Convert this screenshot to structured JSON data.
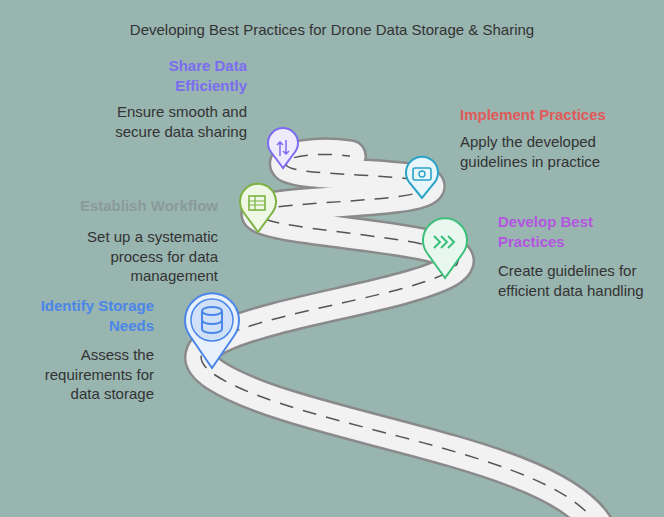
{
  "diagram": {
    "title": "Developing Best Practices for Drone Data Storage & Sharing",
    "labels": [
      "Share Data Efficiently",
      "Ensure smooth and secure data sharing",
      "Implement Practices",
      "Apply the developed guidelines in practice",
      "Establish Workflow",
      "Set up a systematic process for data management",
      "Develop Best Practices",
      "Create guidelines for efficient data handling",
      "Identify Storage Needs",
      "Assess the requirements for data storage"
    ]
  }
}
